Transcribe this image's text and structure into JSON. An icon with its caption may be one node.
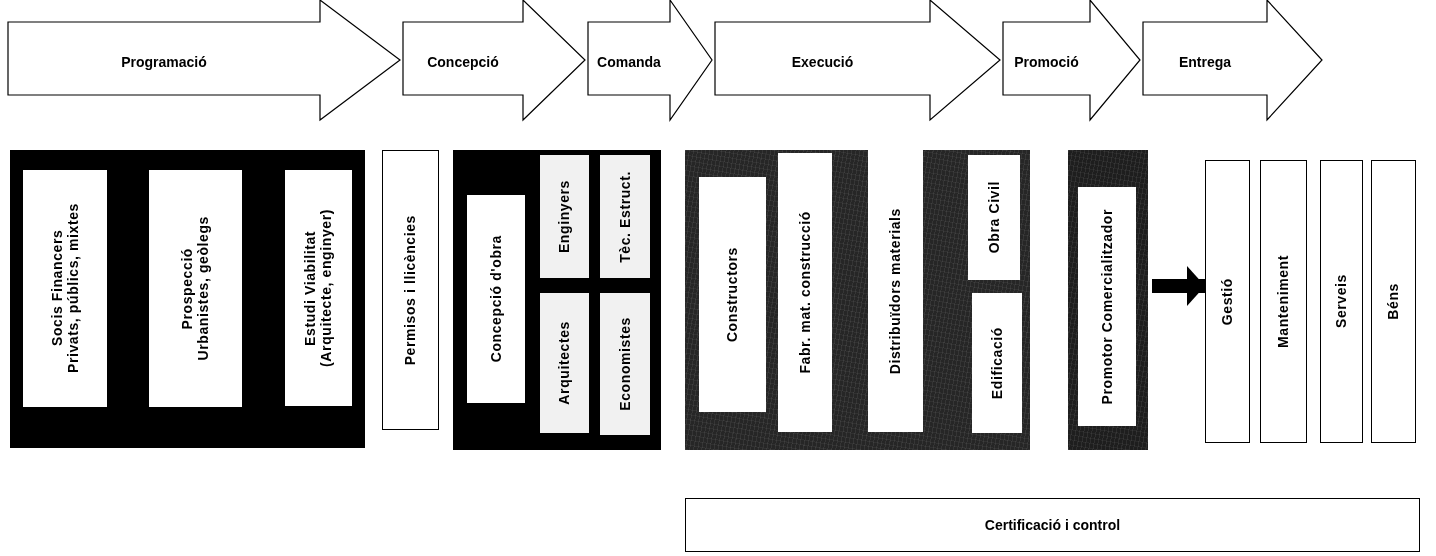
{
  "diagram": {
    "nodes": [
      {
        "text": [
          "Programació"
        ]
      },
      {
        "text": [
          "Concepció"
        ]
      },
      {
        "text": [
          "Comanda"
        ]
      },
      {
        "text": [
          "Execució"
        ]
      },
      {
        "text": [
          "Promoció"
        ]
      },
      {
        "text": [
          "Entrega"
        ]
      },
      {
        "text": [],
        "shape": "box"
      },
      {
        "text": [
          "Socis Financers",
          "Privats, públics, mixtes"
        ],
        "in": 6
      },
      {
        "text": [
          "Prospecció",
          "Urbanistes, geòlegs"
        ],
        "in": 6
      },
      {
        "text": [
          "Estudi Viabilitat",
          "(Arquitecte, enginyer)"
        ],
        "in": 6
      },
      {
        "text": [
          "Permisos i llicències"
        ]
      },
      {
        "text": [],
        "shape": "box"
      },
      {
        "text": [
          "Concepció d'obra"
        ],
        "in": 11
      },
      {
        "text": [
          "Enginyers"
        ],
        "in": 11
      },
      {
        "text": [
          "Tèc. Estruct."
        ],
        "in": 11
      },
      {
        "text": [
          "Arquitectes"
        ],
        "in": 11
      },
      {
        "text": [
          "Economistes"
        ],
        "in": 11
      },
      {
        "text": [],
        "shape": "box"
      },
      {
        "text": [
          "Constructors"
        ],
        "in": 17
      },
      {
        "text": [
          "Fabr. mat. construcció"
        ],
        "in": 17
      },
      {
        "text": [
          "Distribuïdors materials"
        ],
        "in": 17
      },
      {
        "text": [
          "Obra Civil"
        ],
        "in": 17
      },
      {
        "text": [
          "Edificació"
        ],
        "in": 17
      },
      {
        "text": [],
        "shape": "box"
      },
      {
        "text": [
          "Promotor Comercialitzador"
        ],
        "in": 23
      },
      {
        "text": [
          "Gestió"
        ]
      },
      {
        "text": [
          "Manteniment"
        ]
      },
      {
        "text": [
          "Serveis"
        ]
      },
      {
        "text": [
          "Béns"
        ]
      },
      {
        "text": [
          "Certificació i control"
        ]
      }
    ],
    "edges": [
      {
        "from": 23,
        "to": 25,
        "arrow": "to"
      }
    ]
  }
}
